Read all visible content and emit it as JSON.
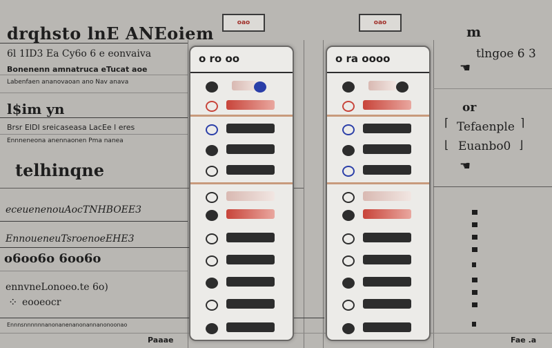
{
  "left": {
    "title": "drqhsto lnE ANEoiem",
    "line1": "6l 1ID3 Ea Cy6o 6 e eonvaiva",
    "line2": "Bonenenn amnatruca eTucat aoe",
    "line3": "Labenfaen ananovaoan ano Nav anava",
    "heading": "l$im yn",
    "line4": "Brsr EIDI sreicaseasa LacEe l eres",
    "line5": "Ennneneona anennaonen Pma nanea",
    "big": "telhinqne",
    "line6": "eceuenenouAocTNHBOEE3",
    "line7": "EnnoueneuTsroenoeEHE3",
    "line8": "o6oo6o 6oo6o",
    "line9": "ennvneLonoeo.te 6o)",
    "line10": "eooeocr",
    "line11": "Ennnsnnnnnnanonanenanonannanonoonao",
    "footer": "Paaae"
  },
  "tabs": {
    "tab1": "oao",
    "tab2": "oao"
  },
  "panel1": {
    "head": "o ro oo"
  },
  "panel2": {
    "head": "o ra oooo"
  },
  "right": {
    "mark": "m",
    "label1": "tlngoe 6 3",
    "glyph": "or",
    "label2": "Tefaenple",
    "label3": "Euanbo0",
    "footer": "Fae .a"
  },
  "colors": {
    "background": "#b9b7b3",
    "panel": "#ecebe8",
    "accent_red": "#c8443a",
    "accent_blue": "#2a3ea8",
    "tan": "#c89a7c"
  }
}
